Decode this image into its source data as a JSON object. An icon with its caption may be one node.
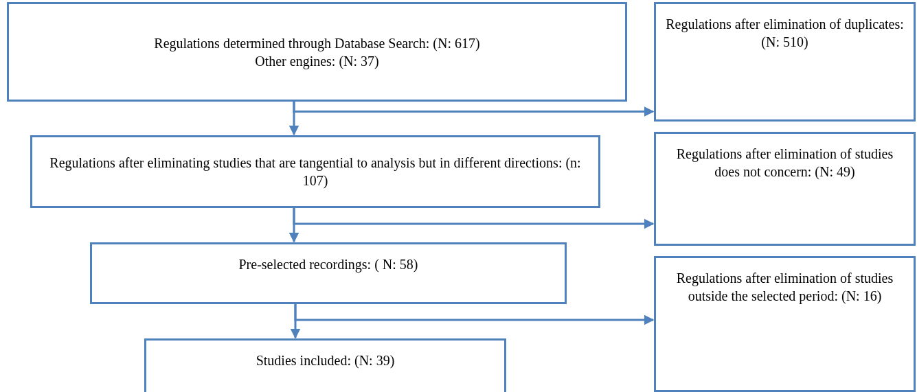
{
  "diagram": {
    "nodes": [
      {
        "text": [
          "Regulations determined through Database Search: (N: 617)",
          "Other engines: (N: 37)"
        ]
      },
      {
        "text": [
          "Regulations after elimination of duplicates: (N: 510)"
        ]
      },
      {
        "text": [
          "Regulations after eliminating studies that are tangential to analysis but in different directions: (n: 107)"
        ]
      },
      {
        "text": [
          "Regulations after elimination of studies does not concern: (N: 49)"
        ]
      },
      {
        "text": [
          "Pre-selected recordings: ( N: 58)"
        ]
      },
      {
        "text": [
          "Regulations after elimination of studies outside the selected period: (N: 16)"
        ]
      },
      {
        "text": [
          "Studies included: (N: 39)"
        ]
      }
    ],
    "edges": [
      {
        "from": 0,
        "to": 2,
        "arrow": "to"
      },
      {
        "from": 0,
        "to": 1,
        "arrow": "to"
      },
      {
        "from": 2,
        "to": 4,
        "arrow": "to"
      },
      {
        "from": 2,
        "to": 3,
        "arrow": "to"
      },
      {
        "from": 4,
        "to": 6,
        "arrow": "to"
      },
      {
        "from": 4,
        "to": 5,
        "arrow": "to"
      }
    ]
  }
}
